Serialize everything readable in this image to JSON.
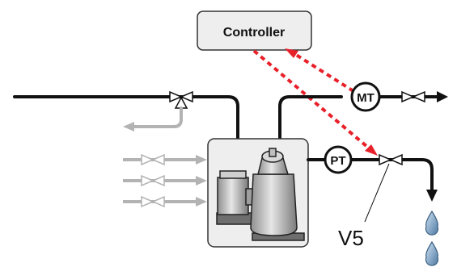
{
  "controller": {
    "label": "Controller"
  },
  "instruments": {
    "mt": {
      "label": "MT"
    },
    "pt": {
      "label": "PT"
    }
  },
  "valve_label": "V5",
  "colors": {
    "process_line": "#111111",
    "signal_line": "#e8202a",
    "inactive_line": "#b3b3b3",
    "box_fill": "#eeeeee",
    "box_stroke": "#333333",
    "droplet": "#6a8fb3"
  },
  "icons": {
    "valve": "bowtie-valve-icon",
    "pump": "pump-machine-icon",
    "droplet": "water-droplet-icon",
    "arrow": "flow-arrow-icon"
  }
}
